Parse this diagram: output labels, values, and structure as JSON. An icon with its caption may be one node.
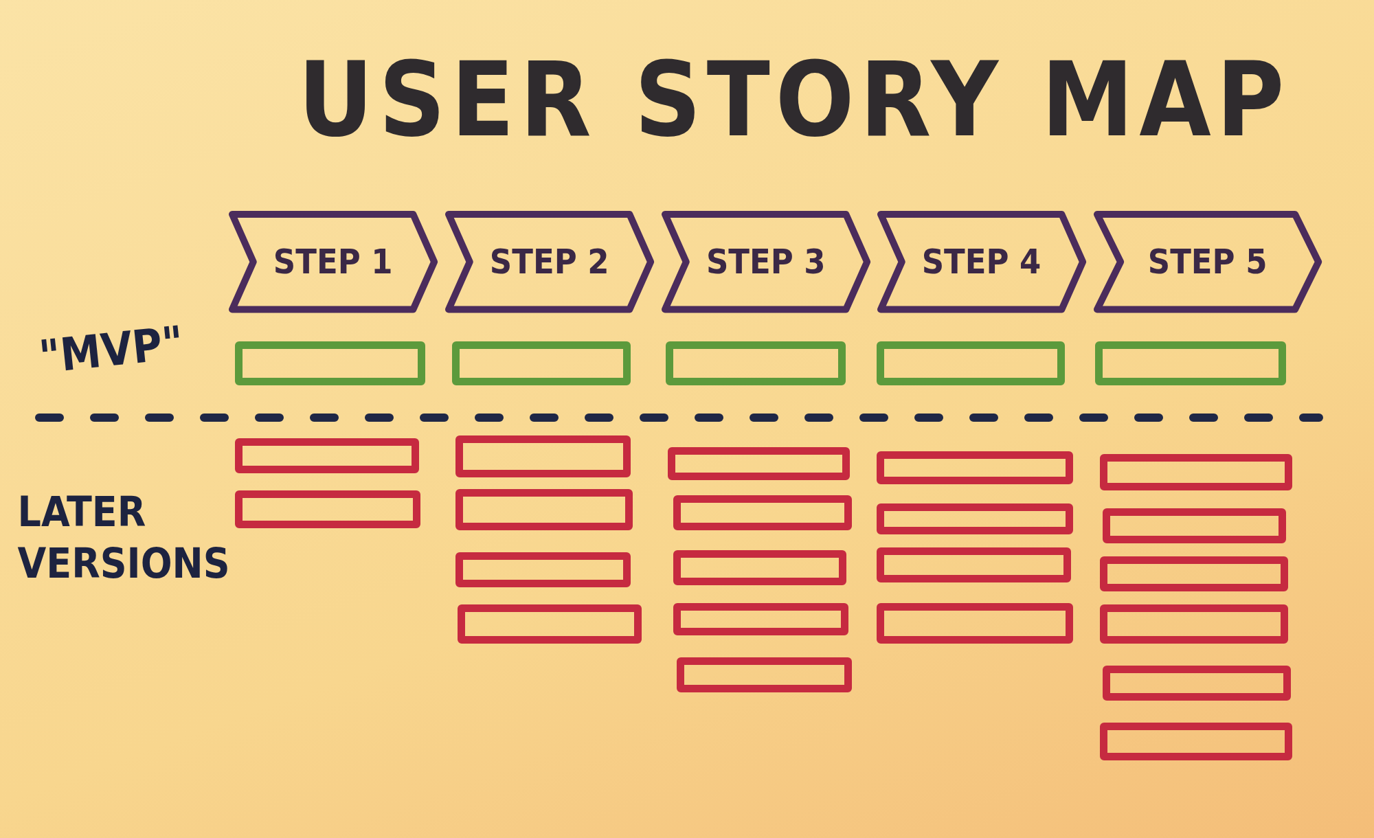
{
  "diagram": {
    "title": "USER STORY MAP",
    "nodes": [
      {
        "text": [
          "STEP 1"
        ]
      },
      {
        "text": [
          "STEP 2"
        ]
      },
      {
        "text": [
          "STEP 3"
        ]
      },
      {
        "text": [
          "STEP 4"
        ]
      },
      {
        "text": [
          "STEP 5"
        ]
      },
      {
        "text": [],
        "shape": "box"
      },
      {
        "text": [],
        "shape": "box"
      },
      {
        "text": [],
        "shape": "box"
      },
      {
        "text": [],
        "shape": "box"
      },
      {
        "text": [],
        "shape": "box"
      },
      {
        "text": [],
        "shape": "box"
      },
      {
        "text": [],
        "shape": "box"
      },
      {
        "text": [],
        "shape": "box"
      },
      {
        "text": [],
        "shape": "box"
      },
      {
        "text": [],
        "shape": "box"
      },
      {
        "text": [],
        "shape": "box"
      },
      {
        "text": [],
        "shape": "box"
      },
      {
        "text": [],
        "shape": "box"
      },
      {
        "text": [],
        "shape": "box"
      },
      {
        "text": [],
        "shape": "box"
      },
      {
        "text": [],
        "shape": "box"
      },
      {
        "text": [],
        "shape": "box"
      },
      {
        "text": [],
        "shape": "box"
      },
      {
        "text": [],
        "shape": "box"
      },
      {
        "text": [],
        "shape": "box"
      },
      {
        "text": [],
        "shape": "box"
      },
      {
        "text": [],
        "shape": "box"
      },
      {
        "text": [],
        "shape": "box"
      },
      {
        "text": [],
        "shape": "box"
      },
      {
        "text": [],
        "shape": "box"
      },
      {
        "text": [],
        "shape": "box"
      }
    ],
    "edges": [],
    "labels": [
      "\"MVP\"",
      "LATER VERSIONS"
    ]
  }
}
